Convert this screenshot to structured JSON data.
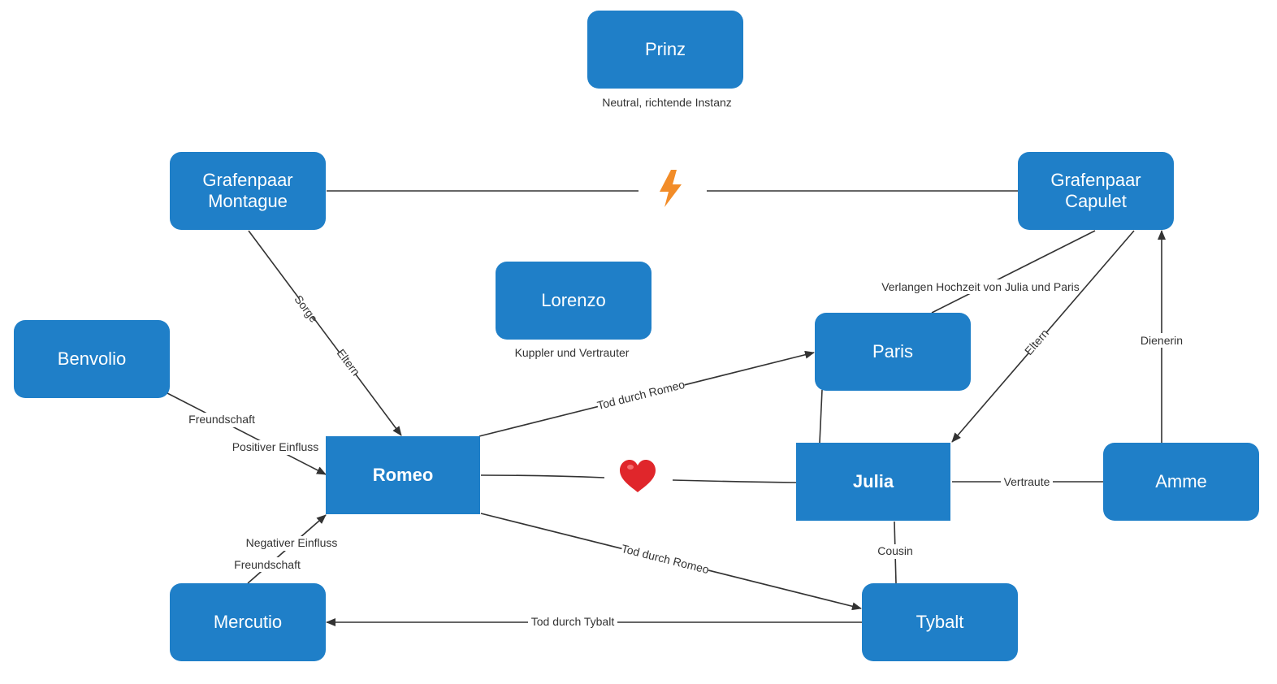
{
  "nodes": {
    "prinz": "Prinz",
    "montague": "Grafenpaar\nMontague",
    "capulet": "Grafenpaar\nCapulet",
    "lorenzo": "Lorenzo",
    "benvolio": "Benvolio",
    "paris": "Paris",
    "romeo": "Romeo",
    "julia": "Julia",
    "amme": "Amme",
    "mercutio": "Mercutio",
    "tybalt": "Tybalt"
  },
  "captions": {
    "prinz": "Neutral, richtende Instanz",
    "lorenzo": "Kuppler und Vertrauter"
  },
  "edge_labels": {
    "sorge": "Sorge",
    "eltern_montague": "Eltern",
    "verlangen": "Verlangen Hochzeit von Julia und Paris",
    "eltern_capulet": "Eltern",
    "dienerin": "Dienerin",
    "freundschaft_benvolio": "Freundschaft",
    "positiver_einfluss": "Positiver Einfluss",
    "tod_paris": "Tod durch Romeo",
    "tod_tybalt": "Tod durch Romeo",
    "vertraute": "Vertraute",
    "cousin": "Cousin",
    "negativer_einfluss": "Negativer Einfluss",
    "freundschaft_mercutio": "Freundschaft",
    "tod_mercutio": "Tod durch Tybalt"
  },
  "icons": {
    "feud": "lightning-bolt-icon",
    "love": "heart-icon"
  },
  "colors": {
    "node": "#1f7fc8",
    "edge": "#333333",
    "lightning": "#f28c28",
    "heart": "#e0262b"
  }
}
